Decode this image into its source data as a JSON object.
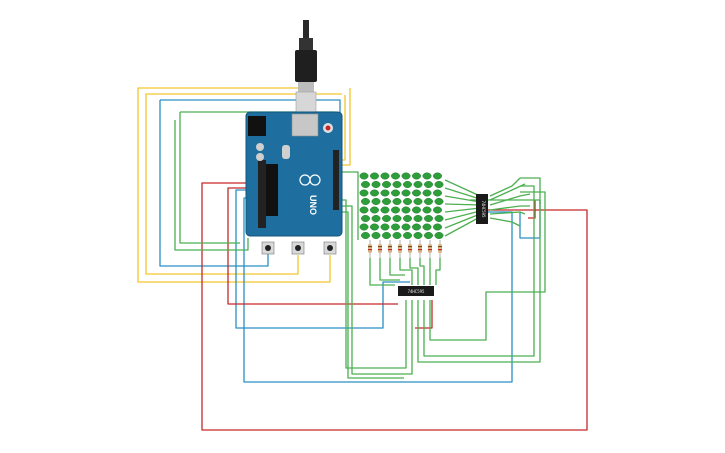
{
  "colors": {
    "yellow_wire": "#f2c52f",
    "blue_wire": "#2a8fc4",
    "green_wire": "#4caf50",
    "red_wire": "#c62828",
    "board": "#1e6f9f",
    "led": "#2e9e3a",
    "chip": "#1a1a1a"
  },
  "icons": [
    "usb-cable-icon",
    "arduino-board-icon",
    "push-button-icon",
    "led-matrix-icon",
    "shift-register-icon",
    "resistor-icon"
  ],
  "board": {
    "label": "UNO"
  },
  "chips": [
    {
      "label": "74HC595"
    },
    {
      "label": "74HC595"
    }
  ]
}
